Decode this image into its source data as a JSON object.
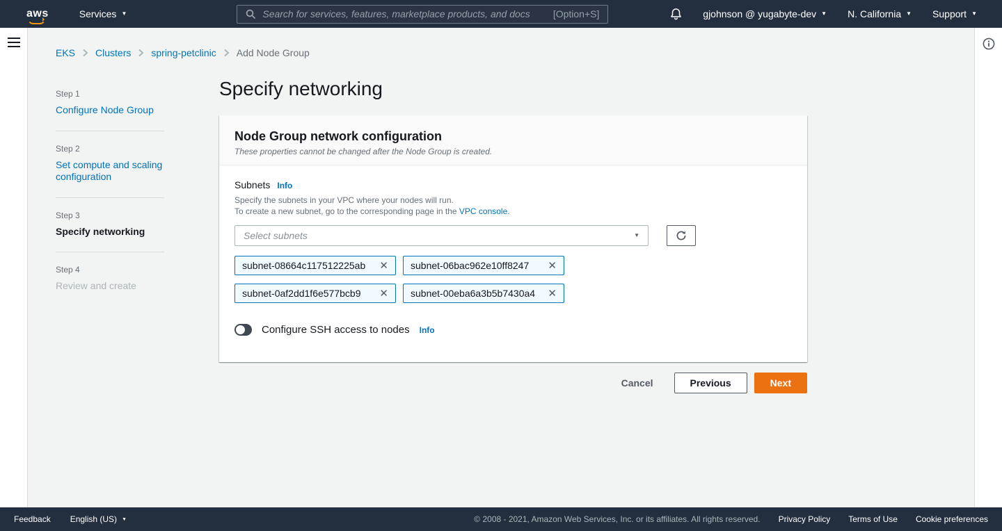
{
  "topnav": {
    "logo": "aws",
    "services_label": "Services",
    "search": {
      "placeholder": "Search for services, features, marketplace products, and docs",
      "shortcut": "[Option+S]"
    },
    "account_label": "gjohnson @ yugabyte-dev",
    "region_label": "N. California",
    "support_label": "Support"
  },
  "breadcrumb": {
    "items": [
      {
        "label": "EKS"
      },
      {
        "label": "Clusters"
      },
      {
        "label": "spring-petclinic"
      },
      {
        "label": "Add Node Group"
      }
    ]
  },
  "steps": [
    {
      "step": "Step 1",
      "title": "Configure Node Group",
      "state": "link"
    },
    {
      "step": "Step 2",
      "title": "Set compute and scaling configuration",
      "state": "link"
    },
    {
      "step": "Step 3",
      "title": "Specify networking",
      "state": "current"
    },
    {
      "step": "Step 4",
      "title": "Review and create",
      "state": "disabled"
    }
  ],
  "page": {
    "title": "Specify networking"
  },
  "card": {
    "title": "Node Group network configuration",
    "subtitle": "These properties cannot be changed after the Node Group is created.",
    "subnets": {
      "label": "Subnets",
      "info_label": "Info",
      "description_line1": "Specify the subnets in your VPC where your nodes will run.",
      "description_line2_prefix": "To create a new subnet, go to the corresponding page in the ",
      "description_line2_link": "VPC console.",
      "select_placeholder": "Select subnets",
      "tokens": [
        "subnet-08664c117512225ab",
        "subnet-06bac962e10ff8247",
        "subnet-0af2dd1f6e577bcb9",
        "subnet-00eba6a3b5b7430a4"
      ]
    },
    "ssh": {
      "label": "Configure SSH access to nodes",
      "info_label": "Info",
      "enabled": false
    }
  },
  "actions": {
    "cancel": "Cancel",
    "previous": "Previous",
    "next": "Next"
  },
  "footer": {
    "feedback": "Feedback",
    "language": "English (US)",
    "copyright": "© 2008 - 2021, Amazon Web Services, Inc. or its affiliates. All rights reserved.",
    "links": [
      "Privacy Policy",
      "Terms of Use",
      "Cookie preferences"
    ]
  },
  "colors": {
    "nav_bg": "#232f3e",
    "accent": "#ec7211",
    "link": "#0073bb",
    "token_bg": "#f1faff",
    "token_border": "#0073bb"
  }
}
